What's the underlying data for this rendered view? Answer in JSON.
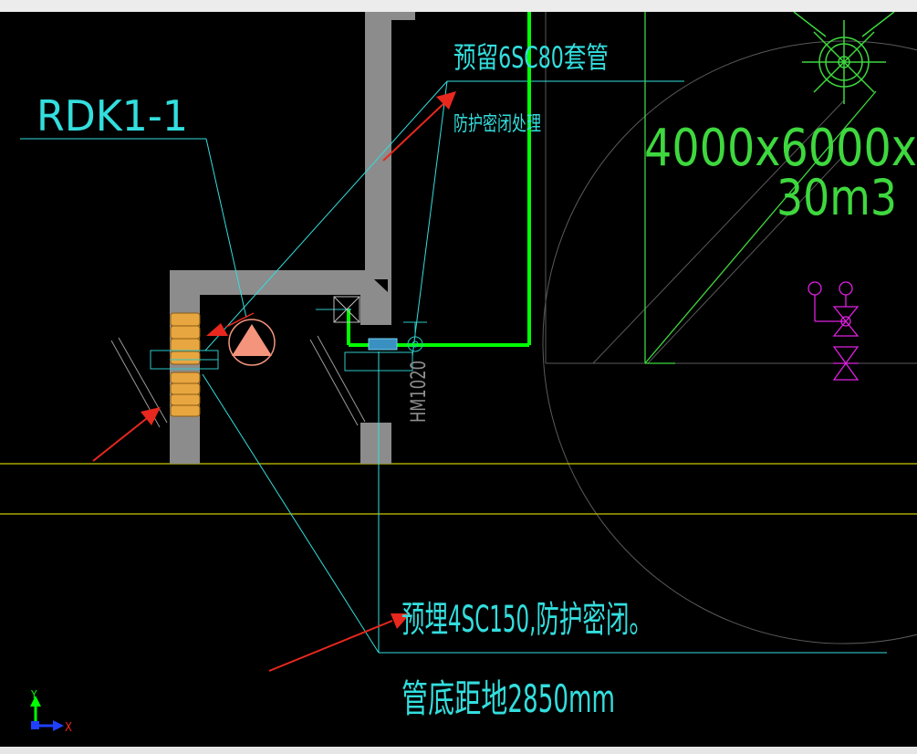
{
  "window": {
    "top_bar": "",
    "status_bar": ""
  },
  "drawing": {
    "labels": {
      "rdk": "RDK1-1",
      "reserve_pipe": "预留6SC80套管",
      "protect_process": "防护密闭处理",
      "tank_size": "4000x6000x",
      "tank_volume": "30m3",
      "hm_code": "HM1020",
      "embed_pipe": "预埋4SC150,防护密闭。",
      "pipe_height": "管底距地2850mm"
    },
    "ucs": {
      "y_label": "Y",
      "x_label": "X"
    },
    "colors": {
      "background": "#000000",
      "wall": "#8c8c8c",
      "cyan_text": "#33dede",
      "green_pipe": "#00ff00",
      "green_text": "#3ed83e",
      "yellow_line": "#c8c800",
      "magenta": "#e020e0",
      "red_arrow": "#e8281e",
      "orange_block": "#e8a640",
      "salmon": "#f4947c"
    }
  }
}
